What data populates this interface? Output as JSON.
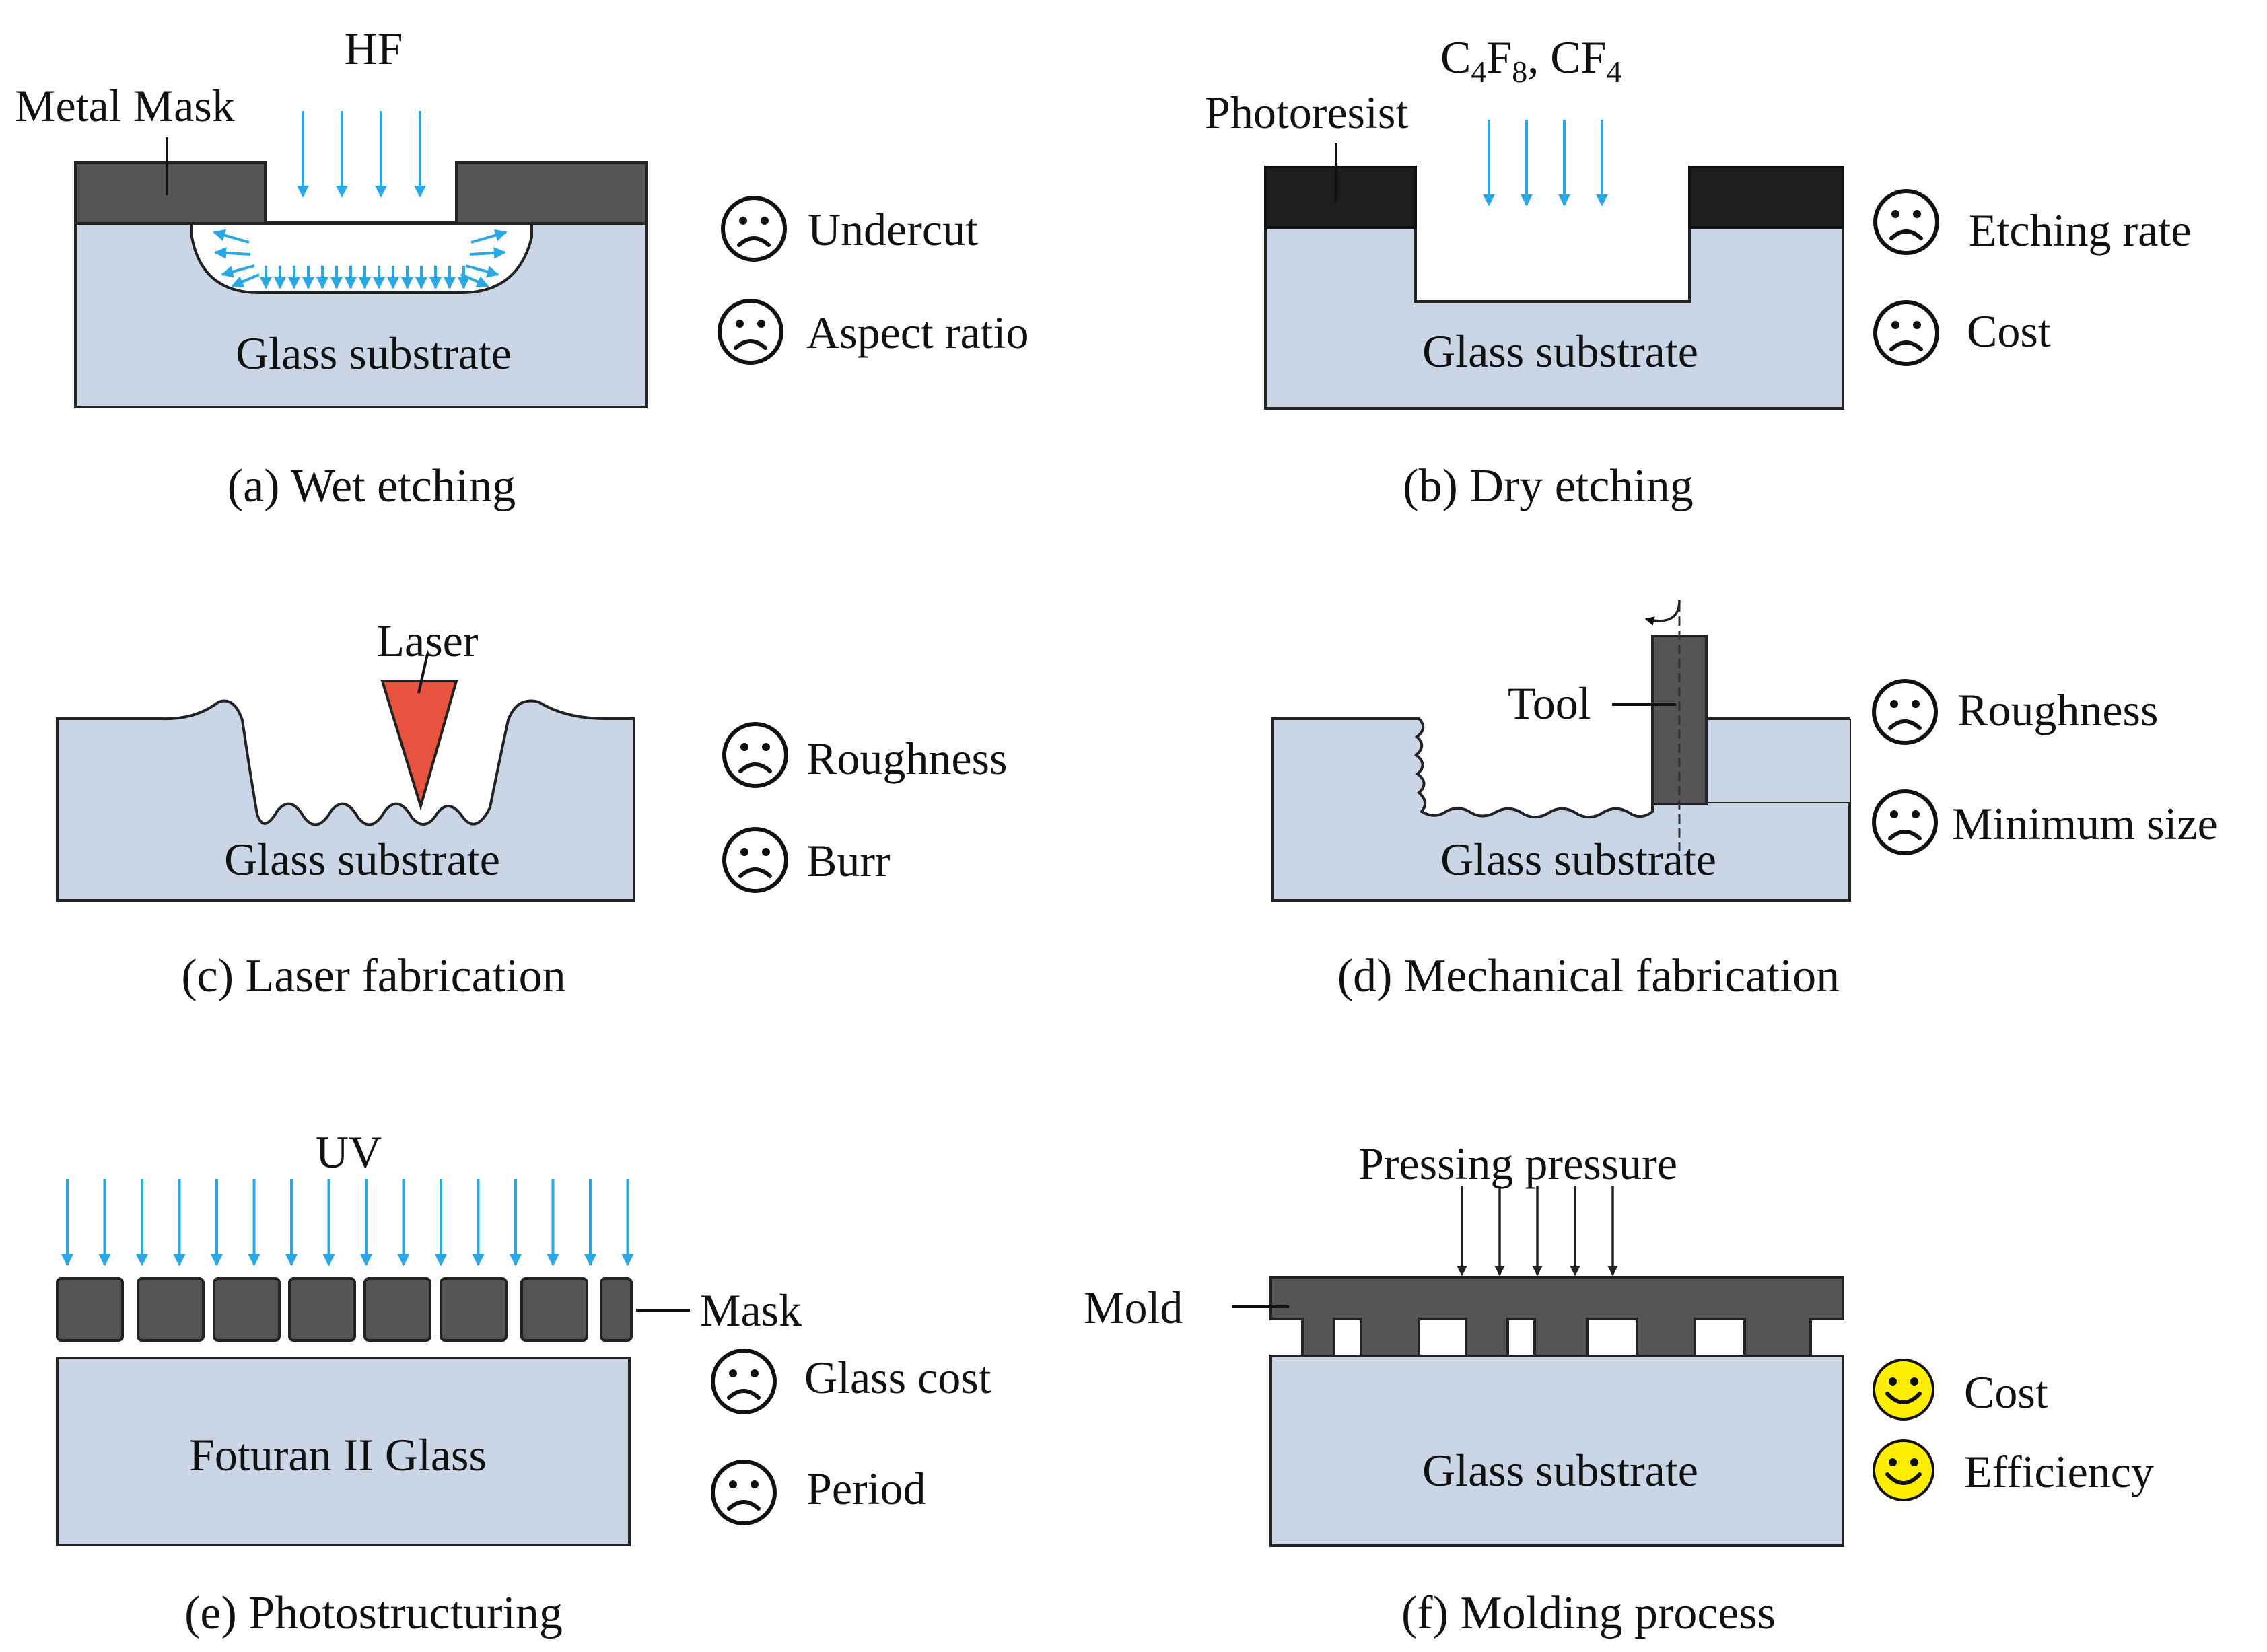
{
  "colors": {
    "glass": "#cad6e6",
    "mask": "#555555",
    "photoresist": "#1e1e1e",
    "etchant_arrows": "#2aa8e6",
    "laser": "#e8533f",
    "smiley": "#ffee00"
  },
  "panels": {
    "a": {
      "caption": "(a) Wet etching",
      "etchant": "HF",
      "mask_label": "Metal Mask",
      "substrate": "Glass substrate",
      "ratings": [
        {
          "icon": "sad-face-icon",
          "label": "Undercut"
        },
        {
          "icon": "sad-face-icon",
          "label": "Aspect ratio"
        }
      ]
    },
    "b": {
      "caption": "(b) Dry etching",
      "etchant": {
        "parts": [
          "C",
          "4",
          "F",
          "8",
          ", CF",
          "4"
        ]
      },
      "mask_label": "Photoresist",
      "substrate": "Glass substrate",
      "ratings": [
        {
          "icon": "sad-face-icon",
          "label": "Etching rate"
        },
        {
          "icon": "sad-face-icon",
          "label": "Cost"
        }
      ]
    },
    "c": {
      "caption": "(c) Laser fabrication",
      "tool_label": "Laser",
      "substrate": "Glass substrate",
      "ratings": [
        {
          "icon": "sad-face-icon",
          "label": "Roughness"
        },
        {
          "icon": "sad-face-icon",
          "label": "Burr"
        }
      ]
    },
    "d": {
      "caption": "(d) Mechanical fabrication",
      "tool_label": "Tool",
      "substrate": "Glass substrate",
      "ratings": [
        {
          "icon": "sad-face-icon",
          "label": "Roughness"
        },
        {
          "icon": "sad-face-icon",
          "label": "Minimum size"
        }
      ]
    },
    "e": {
      "caption": "(e) Photostructuring",
      "source_label": "UV",
      "mask_label": "Mask",
      "substrate": "Foturan II Glass",
      "ratings": [
        {
          "icon": "sad-face-icon",
          "label": "Glass cost"
        },
        {
          "icon": "sad-face-icon",
          "label": "Period"
        }
      ]
    },
    "f": {
      "caption": "(f) Molding process",
      "pressure_label": "Pressing pressure",
      "mold_label": "Mold",
      "substrate": "Glass substrate",
      "ratings": [
        {
          "icon": "happy-face-icon",
          "label": "Cost"
        },
        {
          "icon": "happy-face-icon",
          "label": "Efficiency"
        }
      ]
    }
  }
}
